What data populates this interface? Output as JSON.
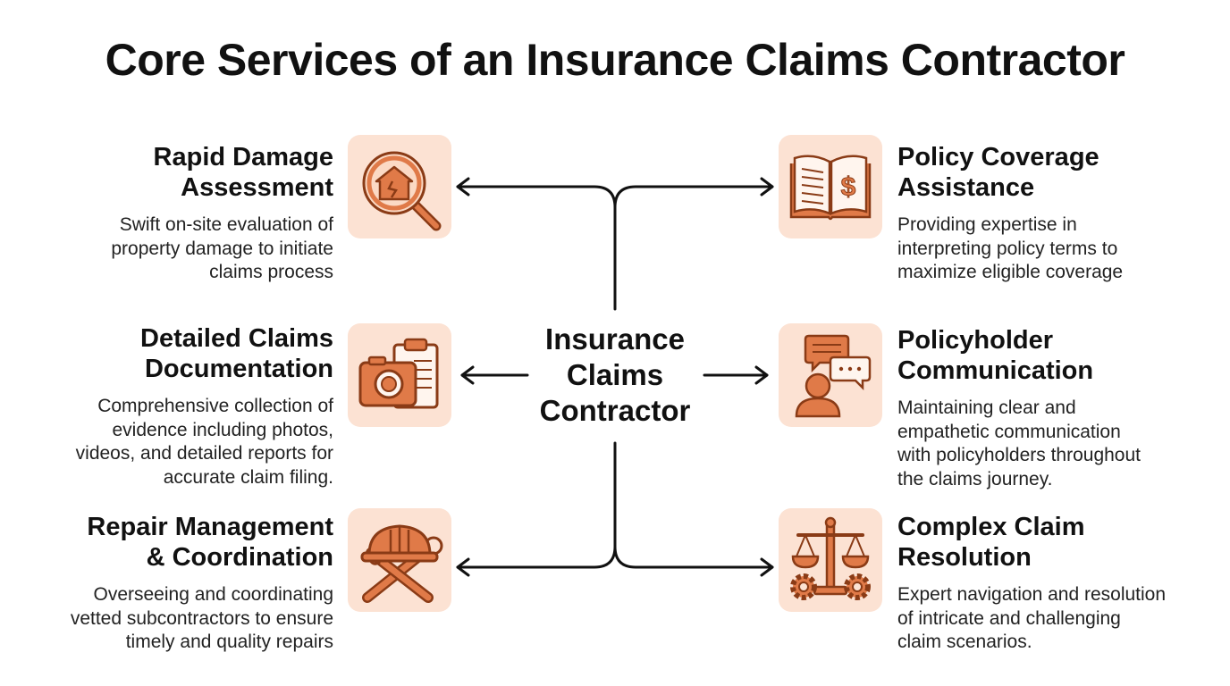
{
  "title": "Core Services of an Insurance Claims Contractor",
  "center": {
    "line1": "Insurance",
    "line2": "Claims",
    "line3": "Contractor"
  },
  "colors": {
    "accent": "#e07a48",
    "stroke": "#8a3b16",
    "tile": "#fce2d3",
    "connector": "#111111"
  },
  "services": [
    {
      "icon": "house-magnifier-icon",
      "title_line1": "Rapid Damage",
      "title_line2": "Assessment",
      "desc_lines": [
        "Swift on-site evaluation of",
        "property damage to initiate",
        "claims process"
      ]
    },
    {
      "icon": "policy-book-icon",
      "title_line1": "Policy Coverage",
      "title_line2": "Assistance",
      "desc_lines": [
        "Providing expertise in",
        "interpreting policy terms to",
        "maximize eligible coverage"
      ]
    },
    {
      "icon": "camera-clipboard-icon",
      "title_line1": "Detailed Claims",
      "title_line2": "Documentation",
      "desc_lines": [
        "Comprehensive collection of",
        "evidence including photos,",
        "videos, and detailed reports for",
        "accurate claim filing."
      ]
    },
    {
      "icon": "chat-person-icon",
      "title_line1": "Policyholder",
      "title_line2": "Communication",
      "desc_lines": [
        "Maintaining clear and",
        "empathetic communication",
        "with policyholders throughout",
        "the claims journey."
      ]
    },
    {
      "icon": "hardhat-tools-icon",
      "title_line1": "Repair Management",
      "title_line2": "& Coordination",
      "desc_lines": [
        "Overseeing and coordinating",
        "vetted subcontractors to ensure",
        "timely and quality repairs"
      ]
    },
    {
      "icon": "scales-gears-icon",
      "title_line1": "Complex Claim",
      "title_line2": "Resolution",
      "desc_lines": [
        "Expert navigation and resolution",
        "of intricate and challenging",
        "claim scenarios."
      ]
    }
  ]
}
